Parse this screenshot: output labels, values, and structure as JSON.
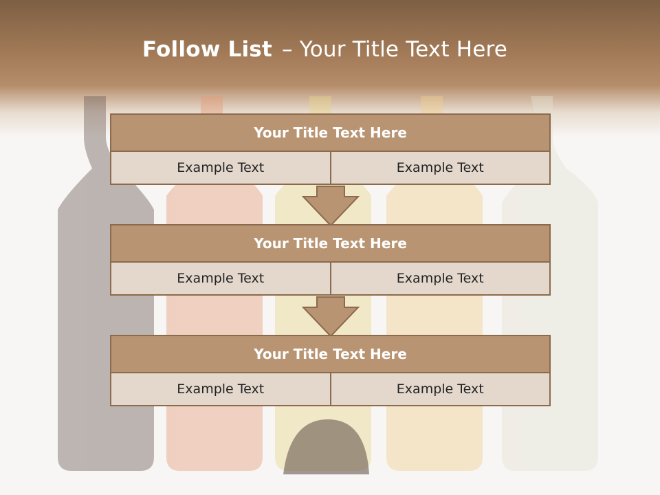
{
  "slide": {
    "title_bold": "Follow List",
    "title_dash": "–",
    "title_rest": "Your Title Text Here"
  },
  "blocks": [
    {
      "title": "Your Title Text Here",
      "cells": [
        "Example Text",
        "Example Text"
      ]
    },
    {
      "title": "Your Title Text Here",
      "cells": [
        "Example Text",
        "Example Text"
      ]
    },
    {
      "title": "Your Title Text Here",
      "cells": [
        "Example Text",
        "Example Text"
      ]
    }
  ],
  "colors": {
    "header_brown": "#a37b58",
    "block_title_fill": "#b89472",
    "block_cell_fill": "#e4d8cd",
    "border_brown": "#8b6a4d"
  }
}
